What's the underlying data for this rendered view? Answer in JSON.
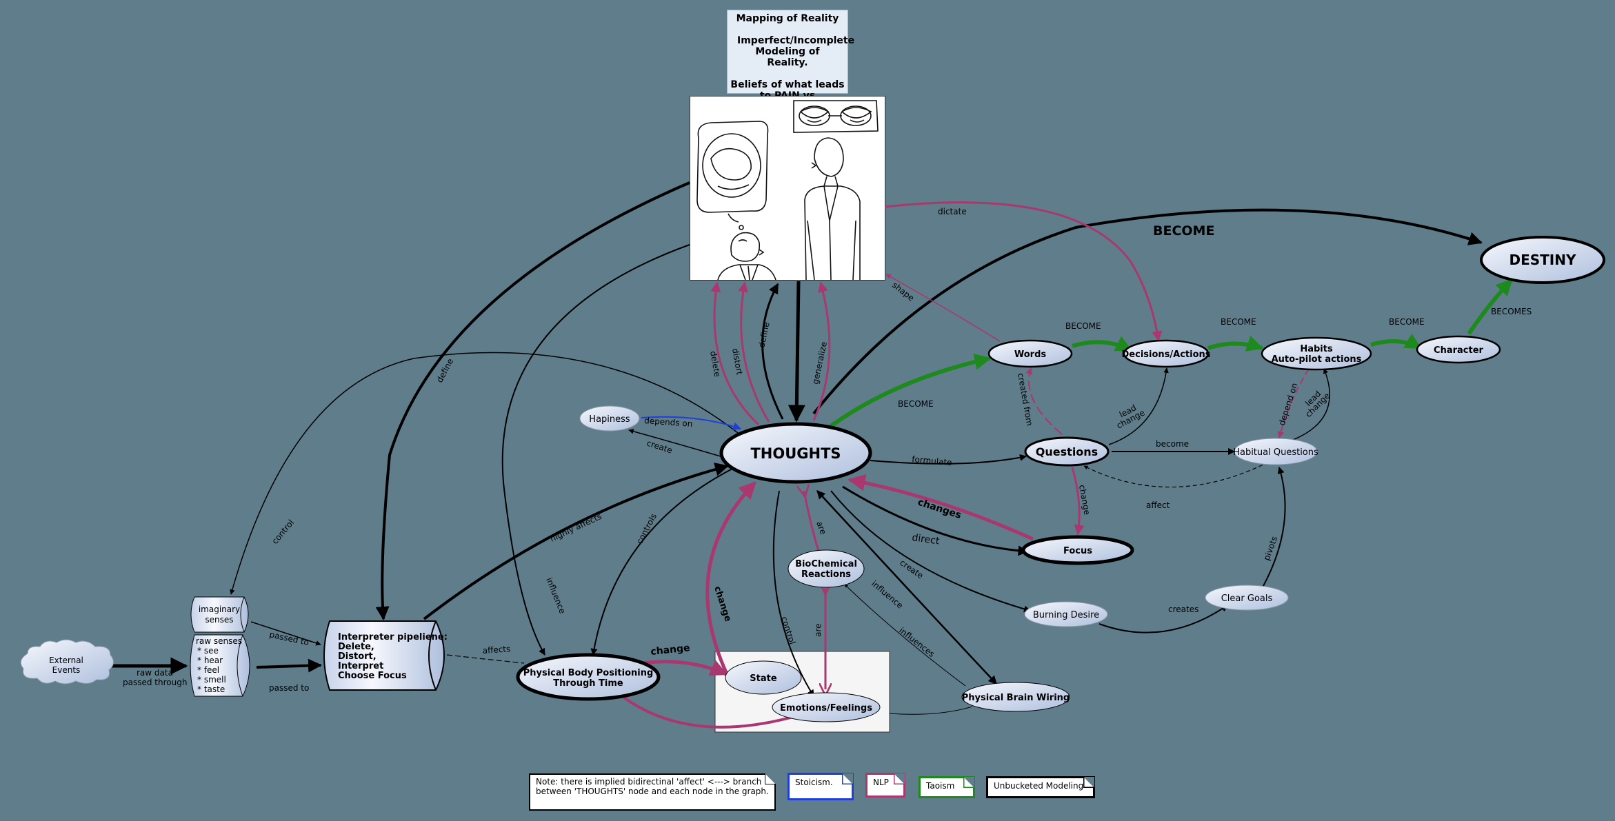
{
  "header": {
    "title": "Mapping of Reality",
    "subtitle": "Imperfect/Incomplete Modeling of Reality.",
    "beliefs": "Beliefs of what leads to PAIN vs PLEASURE"
  },
  "nodes": {
    "thoughts": "THOUGHTS",
    "destiny": "DESTINY",
    "words": "Words",
    "decisions": "Decisions/Actions",
    "habits1": "Habits",
    "habits2": "Auto-pilot actions",
    "character": "Character",
    "questions": "Questions",
    "habitual_questions": "Habitual Questions",
    "focus": "Focus",
    "hapiness": "Hapiness",
    "biochem1": "BioChemical",
    "biochem2": "Reactions",
    "burning_desire": "Burning Desire",
    "clear_goals": "Clear Goals",
    "physical_brain_wiring": "Physical Brain Wiring",
    "state": "State",
    "emotions": "Emotions/Feelings",
    "physical_body1": "Physical Body Positioning",
    "physical_body2": "Through Time",
    "external1": "External",
    "external2": "Events",
    "imaginary1": "imaginary",
    "imaginary2": "senses",
    "raw_senses": [
      "raw senses",
      "* see",
      "* hear",
      "* feel",
      "* smell",
      "* taste"
    ],
    "interpreter": [
      "Interpreter pipeliene:",
      "Delete,",
      "Distort,",
      "Interpret",
      "Choose Focus"
    ]
  },
  "edges": {
    "become_big": "BECOME",
    "dictate": "dictate",
    "shape": "shape",
    "become_words": "BECOME",
    "become_decisions": "BECOME",
    "become_habits": "BECOME",
    "becomes": "BECOMES",
    "become_thoughts": "BECOME",
    "created_from": "created from",
    "lead_change_1": "lead",
    "lead_change_2": "change",
    "depend_on": "depend on",
    "lead_change_3": "lead",
    "lead_change_4": "change",
    "formulate": "formulate",
    "become_hq": "become",
    "affect_hq": "affect",
    "change_q": "change",
    "changes": "changes",
    "direct": "direct",
    "create_bd": "create",
    "creates": "creates",
    "pivots": "pivots",
    "influence_pbw": "influence",
    "influences": "influences",
    "are_1": "are",
    "are_2": "are",
    "control_em": "control",
    "change_big": "change",
    "change_state": "change",
    "influence_pb": "influence",
    "controls": "controls",
    "highly_affects": "highly affects",
    "affects": "affects",
    "passed_to_1": "passed to",
    "passed_to_2": "passed to",
    "raw_data_1": "raw data",
    "raw_data_2": "passed through",
    "control_img": "control",
    "define_1": "define",
    "delete": "delete",
    "distort": "distort",
    "define_2": "define",
    "generalize": "generalize",
    "depends_on": "depends on",
    "create_hap": "create"
  },
  "legend": {
    "note": [
      "Note: there is implied bidirectinal 'affect' <---> branch",
      "between 'THOUGHTS' node and each node in the graph."
    ],
    "stoicism": "Stoicism.",
    "nlp": "NLP",
    "taoism": "Taoism",
    "unbucketed": "Unbucketed Modeling"
  },
  "colors": {
    "background": "#5f7d8b",
    "nlp": "#a8386f",
    "taoism": "#1e8a1e",
    "stoicism": "#1f3fd6",
    "unbucketed": "#000000"
  }
}
